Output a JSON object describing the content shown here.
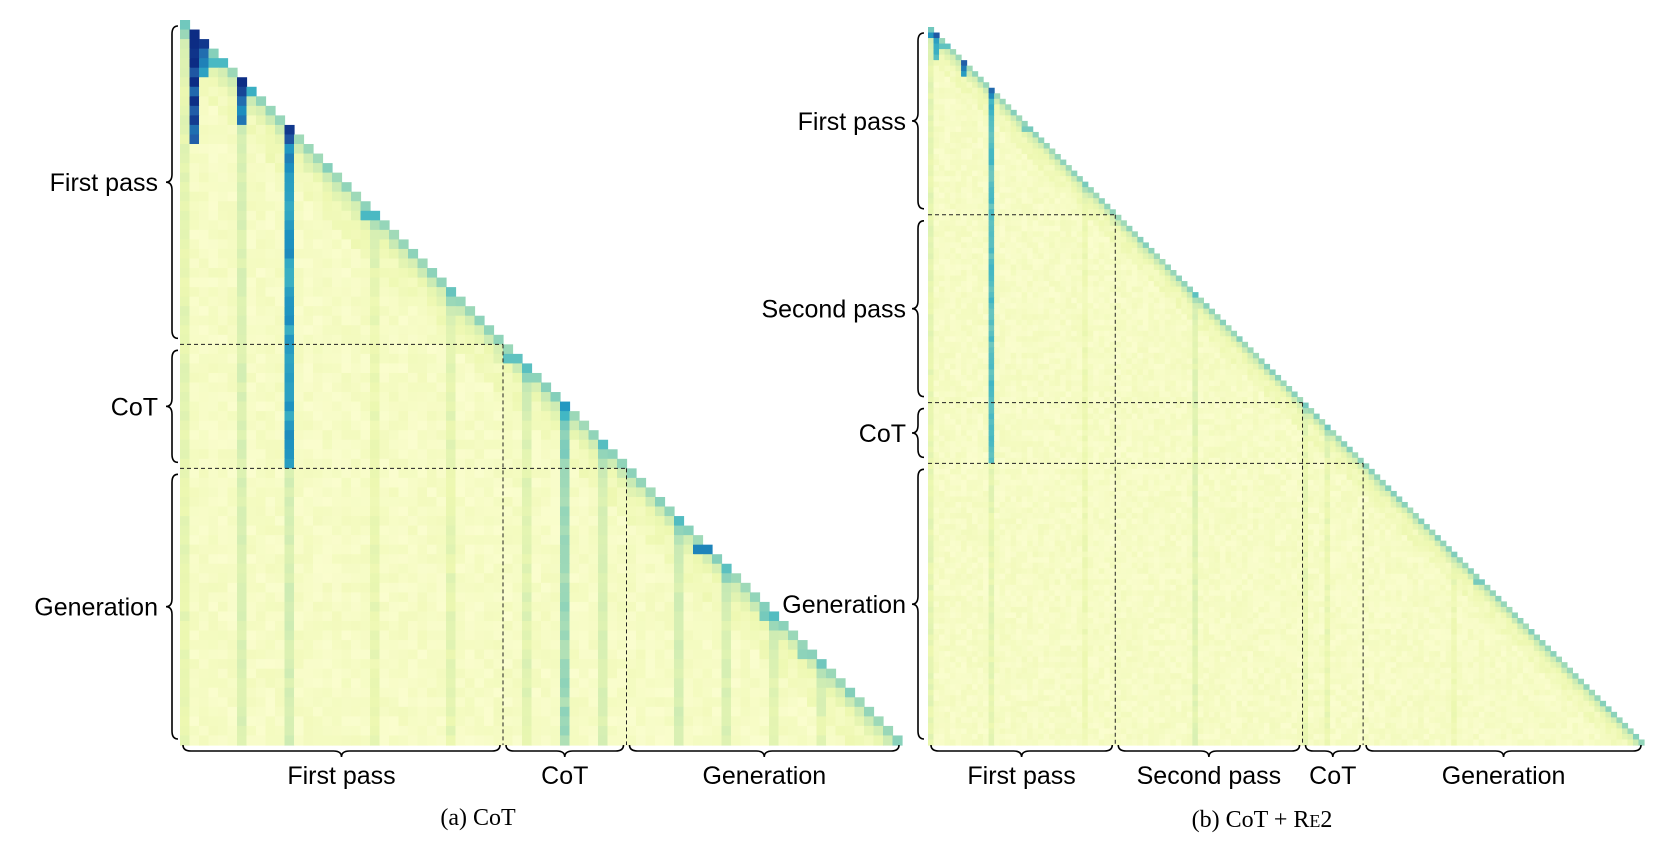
{
  "chart_data": [
    {
      "type": "heatmap",
      "caption": "(a) CoT",
      "segments": [
        {
          "name": "First pass",
          "tokens": 34
        },
        {
          "name": "CoT",
          "tokens": 13
        },
        {
          "name": "Generation",
          "tokens": 29
        }
      ],
      "y_segment_labels": [
        "First pass",
        "CoT",
        "Generation"
      ],
      "x_segment_labels": [
        "First pass",
        "CoT",
        "Generation"
      ],
      "mask": "lower-triangular",
      "colormap": [
        "#ffffd9",
        "#edf8b1",
        "#c7e9b4",
        "#7fcdbb",
        "#41b6c4",
        "#1d91c0",
        "#225ea8",
        "#0c2c84"
      ],
      "heavy_columns": [
        {
          "col": 1,
          "strength": 0.95,
          "until_row": 12
        },
        {
          "col": 2,
          "strength": 0.7,
          "until_row": 5
        },
        {
          "col": 6,
          "strength": 0.75,
          "until_row": 10
        },
        {
          "col": 11,
          "strength": 0.7,
          "until_row": 46
        },
        {
          "col": 40,
          "strength": 0.38,
          "until_row": 75
        }
      ],
      "light_columns": [
        {
          "col": 0,
          "strength": 0.1
        },
        {
          "col": 6,
          "strength": 0.14
        },
        {
          "col": 11,
          "strength": 0.16
        },
        {
          "col": 20,
          "strength": 0.08
        },
        {
          "col": 28,
          "strength": 0.1
        },
        {
          "col": 36,
          "strength": 0.12
        },
        {
          "col": 40,
          "strength": 0.12
        },
        {
          "col": 44,
          "strength": 0.14
        },
        {
          "col": 52,
          "strength": 0.16
        },
        {
          "col": 57,
          "strength": 0.14
        },
        {
          "col": 62,
          "strength": 0.12
        },
        {
          "col": 67,
          "strength": 0.1
        }
      ],
      "diagonal_peaks": [
        {
          "row": 2,
          "strength": 0.82
        },
        {
          "row": 4,
          "strength": 0.55
        },
        {
          "row": 7,
          "strength": 0.6
        },
        {
          "row": 20,
          "strength": 0.55
        },
        {
          "row": 35,
          "strength": 0.5
        },
        {
          "row": 37,
          "strength": 0.4
        },
        {
          "row": 55,
          "strength": 0.75
        },
        {
          "row": 62,
          "strength": 0.45
        },
        {
          "row": 66,
          "strength": 0.4
        }
      ]
    },
    {
      "type": "heatmap",
      "caption": "(b) CoT + Re2",
      "caption_parts": {
        "prefix": "(b) CoT + R",
        "smallcaps": "E",
        "suffix": "2"
      },
      "segments": [
        {
          "name": "First pass",
          "tokens": 34
        },
        {
          "name": "Second pass",
          "tokens": 34
        },
        {
          "name": "CoT",
          "tokens": 11
        },
        {
          "name": "Generation",
          "tokens": 51
        }
      ],
      "y_segment_labels": [
        "First pass",
        "Second pass",
        "CoT",
        "Generation"
      ],
      "x_segment_labels": [
        "First pass",
        "Second pass",
        "CoT",
        "Generation"
      ],
      "mask": "lower-triangular",
      "colormap": [
        "#ffffd9",
        "#edf8b1",
        "#c7e9b4",
        "#7fcdbb",
        "#41b6c4",
        "#1d91c0",
        "#225ea8",
        "#0c2c84"
      ],
      "heavy_columns": [
        {
          "col": 1,
          "strength": 0.55,
          "until_row": 5
        },
        {
          "col": 6,
          "strength": 0.6,
          "until_row": 8
        },
        {
          "col": 11,
          "strength": 0.55,
          "until_row": 78
        }
      ],
      "light_columns": [
        {
          "col": 0,
          "strength": 0.1
        },
        {
          "col": 11,
          "strength": 0.1
        },
        {
          "col": 28,
          "strength": 0.06
        },
        {
          "col": 48,
          "strength": 0.12
        },
        {
          "col": 68,
          "strength": 0.08
        },
        {
          "col": 72,
          "strength": 0.08
        },
        {
          "col": 95,
          "strength": 0.06
        }
      ],
      "diagonal_peaks": [
        {
          "row": 1,
          "strength": 0.7
        },
        {
          "row": 3,
          "strength": 0.5
        },
        {
          "row": 18,
          "strength": 0.45
        },
        {
          "row": 100,
          "strength": 0.45
        }
      ]
    }
  ]
}
